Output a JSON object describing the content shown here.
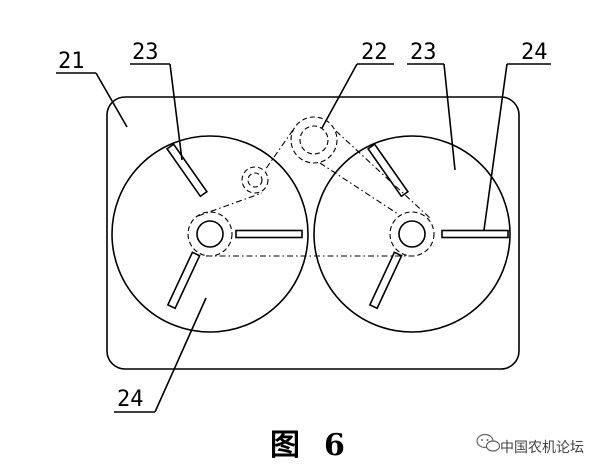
{
  "labels": {
    "housing": "21",
    "small_gear": "22",
    "fin_left": "23",
    "fin_right": "23",
    "blade_right": "24",
    "blade_left": "24"
  },
  "caption": {
    "fig": "图",
    "num": "6"
  },
  "watermark": {
    "text": "中国农机论坛",
    "icon": "wechat-icon"
  }
}
